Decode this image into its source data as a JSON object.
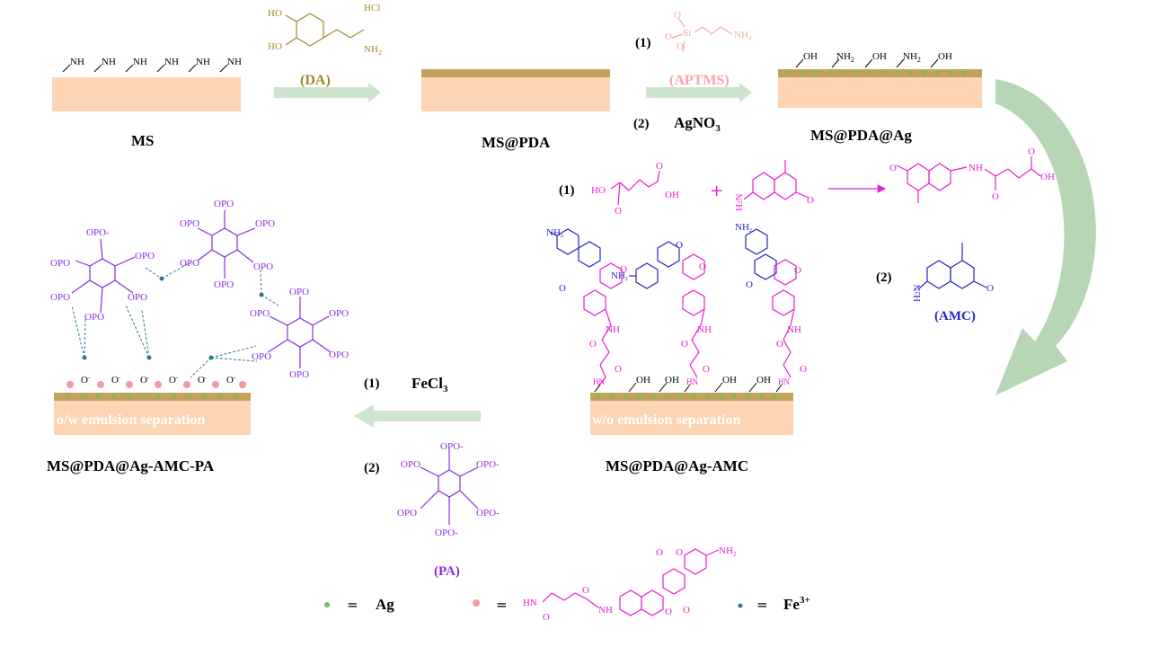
{
  "stages": {
    "ms": "MS",
    "ms_pda": "MS@PDA",
    "ms_pda_ag": "MS@PDA@Ag",
    "ms_pda_ag_amc": "MS@PDA@Ag-AMC",
    "ms_pda_ag_amc_pa": "MS@PDA@Ag-AMC-PA"
  },
  "surface_groups": {
    "ms_nh": "NH",
    "oh": "OH",
    "nh2": "NH",
    "nh2_sub": "2",
    "o_minus": "O",
    "o_sup": "-",
    "hn": "HN"
  },
  "reagents": {
    "da_label": "(DA)",
    "da_hcl": "HCl",
    "da_ho": "HO",
    "da_nh2": "NH",
    "da_nh2_sub": "2",
    "step1": "(1)",
    "step2": "(2)",
    "aptms_label": "(APTMS)",
    "aptms_o": "O",
    "aptms_si": "Si",
    "aptms_nh2": "NH",
    "aptms_nh2_sub": "2",
    "agno3": "AgNO",
    "agno3_sub": "3",
    "plus": "+",
    "amc_label": "(AMC)",
    "fecl3": "FeCl",
    "fecl3_sub": "3",
    "pa_label": "(PA)"
  },
  "atoms": {
    "o": "O",
    "oh": "OH",
    "ho": "HO",
    "nh": "NH",
    "hn": "N",
    "h": "H",
    "h2n": "H",
    "p": "P",
    "o_minus": "O",
    "minus": "-",
    "n_sub2": "2"
  },
  "membranes": {
    "wo": "w/o emulsion separation",
    "ow": "o/w emulsion separation"
  },
  "legend": {
    "eq": "=",
    "ag": "Ag",
    "fe": "Fe",
    "fe_sup": "3+",
    "amc_unit_hn": "HN",
    "amc_unit_nh": "NH",
    "amc_unit_nh2": "NH",
    "amc_unit_nh2_sub": "2"
  },
  "colors": {
    "substrate": "#fdd5b4",
    "pda_layer": "#c1a35e",
    "arrow": "#cde5cc",
    "arrow_big": "#a9cfa9",
    "ag_dot": "#7dbb5a",
    "fe_dot": "#2d7a92",
    "amc_dot": "#f29aa0",
    "magenta": "#e61fd0",
    "blue": "#2a24c8",
    "purple": "#8a2be2",
    "olive": "#a0892b",
    "pink": "#f4a8a8"
  }
}
